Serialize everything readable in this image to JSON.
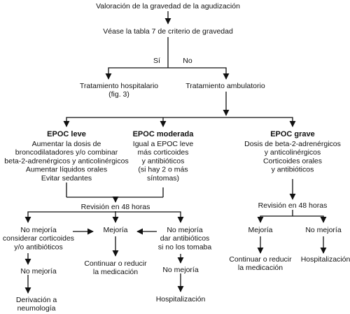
{
  "diagram": {
    "nodes": {
      "valoracion": [
        "Valoración de la gravedad de la agudización"
      ],
      "tabla": [
        "Véase la tabla 7 de criterio de gravedad"
      ],
      "si": [
        "Sí"
      ],
      "no": [
        "No"
      ],
      "hospitalario": [
        "Tratamiento hospitalario",
        "(fig. 3)"
      ],
      "ambulatorio": [
        "Tratamiento ambulatorio"
      ],
      "epoc_leve_title": [
        "EPOC leve"
      ],
      "epoc_leve_body": [
        "Aumentar la dosis de",
        "broncodilatadores y/o combinar",
        "beta-2-adrenérgicos y anticolinérgicos",
        "Aumentar líquidos orales",
        "Evitar sedantes"
      ],
      "epoc_moderada_title": [
        "EPOC moderada"
      ],
      "epoc_moderada_body": [
        "Igual a EPOC leve",
        "más corticoides",
        "y antibióticos",
        "(si hay 2 o más",
        "síntomas)"
      ],
      "epoc_grave_title": [
        "EPOC grave"
      ],
      "epoc_grave_body": [
        "Dosis de beta-2-adrenérgicos",
        "y anticolinérgicos",
        "Corticoides orales",
        "y antibióticos"
      ],
      "revision_left": [
        "Revisión en 48 horas"
      ],
      "revision_right": [
        "Revisión en 48 horas"
      ],
      "no_mejoria_considerar": [
        "No mejoría",
        "considerar corticoides",
        "y/o antibióticos"
      ],
      "mejoria_left": [
        "Mejoría"
      ],
      "no_mejoria_dar": [
        "No mejoría",
        "dar antibióticos",
        "si no los tomaba"
      ],
      "no_mejoria_1": [
        "No mejoría"
      ],
      "continuar_left": [
        "Continuar o reducir",
        "la medicación"
      ],
      "no_mejoria_2": [
        "No mejoría"
      ],
      "derivacion": [
        "Derivación a",
        "neumología"
      ],
      "hospitalizacion_left": [
        "Hospitalización"
      ],
      "mejoria_right": [
        "Mejoría"
      ],
      "no_mejoria_right": [
        "No mejoría"
      ],
      "continuar_right": [
        "Continuar o reducir",
        "la medicación"
      ],
      "hospitalizacion_right": [
        "Hospitalización"
      ]
    }
  }
}
